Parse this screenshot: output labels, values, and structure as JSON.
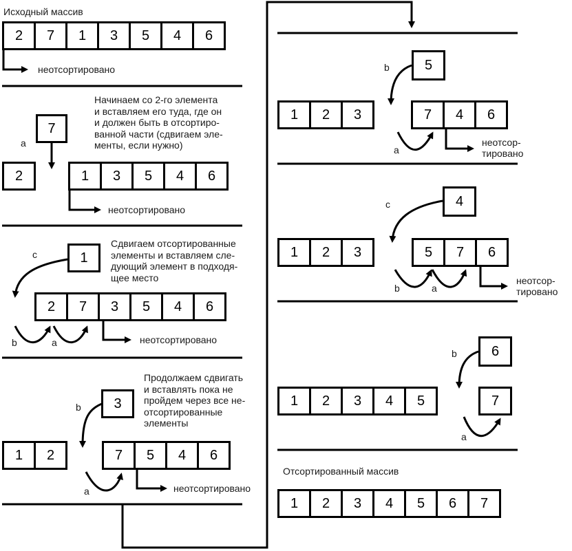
{
  "title_source": "Исходный массив",
  "source_array": [
    "2",
    "7",
    "1",
    "3",
    "5",
    "4",
    "6"
  ],
  "unsorted": "неотсортировано",
  "unsorted_split_1": "неотсор-",
  "unsorted_split_2": "тировано",
  "step1": {
    "note": "Начинаем со 2-го элемента\nи вставляем его туда, где он\nи должен быть в отсортиро-\nванной части (сдвигаем эле-\nменты, если нужно)",
    "moving": "7",
    "left": [
      "2"
    ],
    "right": [
      "1",
      "3",
      "5",
      "4",
      "6"
    ],
    "arrow_label": "a"
  },
  "step2": {
    "note": "Сдвигаем отсортированные\nэлементы и вставляем сле-\nдующий элемент в подходя-\nщее место",
    "moving": "1",
    "row": [
      "2",
      "7",
      "3",
      "5",
      "4",
      "6"
    ],
    "labels": [
      "c",
      "b",
      "a"
    ]
  },
  "step3": {
    "note": "Продолжаем сдвигать\nи вставлять пока не\nпройдем через все не-\nотсортированные\nэлементы",
    "moving": "3",
    "left": [
      "1",
      "2"
    ],
    "right": [
      "7",
      "5",
      "4",
      "6"
    ],
    "labels": [
      "b",
      "a"
    ]
  },
  "step4": {
    "moving": "5",
    "left": [
      "1",
      "2",
      "3"
    ],
    "right": [
      "7",
      "4",
      "6"
    ],
    "labels": [
      "b",
      "a"
    ]
  },
  "step5": {
    "moving": "4",
    "left": [
      "1",
      "2",
      "3"
    ],
    "right": [
      "5",
      "7",
      "6"
    ],
    "labels": [
      "c",
      "b",
      "a"
    ]
  },
  "step6": {
    "moving": "6",
    "left": [
      "1",
      "2",
      "3",
      "4",
      "5"
    ],
    "right": [
      "7"
    ],
    "labels": [
      "b",
      "a"
    ]
  },
  "title_sorted": "Отсортированный массив",
  "sorted_array": [
    "1",
    "2",
    "3",
    "4",
    "5",
    "6",
    "7"
  ]
}
